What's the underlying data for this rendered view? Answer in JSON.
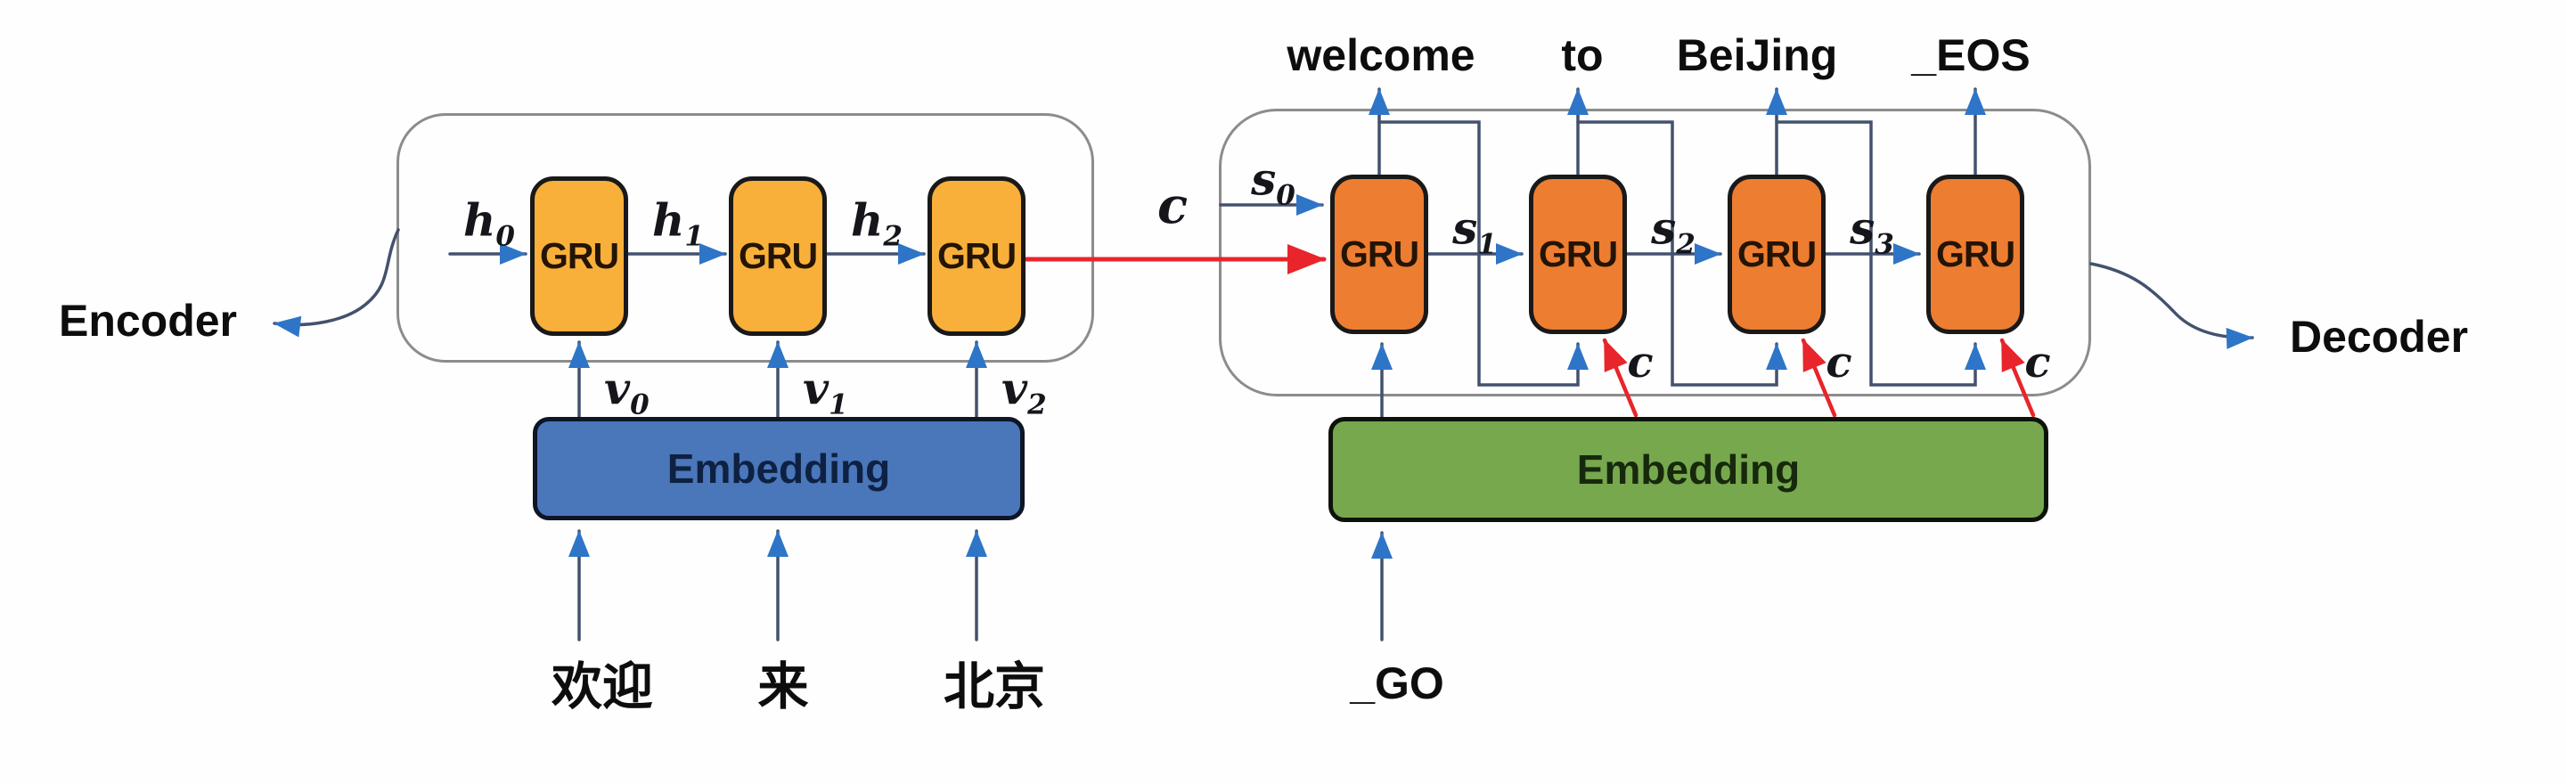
{
  "encoder": {
    "section_label": "Encoder",
    "gru_label": "GRU",
    "hidden_states": [
      {
        "base": "h",
        "sub": "0"
      },
      {
        "base": "h",
        "sub": "1"
      },
      {
        "base": "h",
        "sub": "2"
      }
    ],
    "input_vectors": [
      {
        "base": "v",
        "sub": "0"
      },
      {
        "base": "v",
        "sub": "1"
      },
      {
        "base": "v",
        "sub": "2"
      }
    ],
    "embedding_label": "Embedding",
    "input_tokens": [
      "欢迎",
      "来",
      "北京"
    ]
  },
  "context": {
    "label": "c"
  },
  "decoder": {
    "section_label": "Decoder",
    "gru_label": "GRU",
    "states": [
      {
        "base": "s",
        "sub": "0"
      },
      {
        "base": "s",
        "sub": "1"
      },
      {
        "base": "s",
        "sub": "2"
      },
      {
        "base": "s",
        "sub": "3"
      }
    ],
    "context_labels": [
      "c",
      "c",
      "c"
    ],
    "embedding_label": "Embedding",
    "input_token": "_GO",
    "output_tokens": [
      "welcome",
      "to",
      "BeiJing",
      "_EOS"
    ]
  },
  "colors": {
    "encoder_gru_fill": "#F8B03A",
    "decoder_gru_fill": "#ED7D31",
    "encoder_embedding_fill": "#4A76BA",
    "decoder_embedding_fill": "#77A84E",
    "context_red": "#E8252A",
    "line_dark": "#44516E",
    "arrowhead_blue": "#2E75C8",
    "box_border": "#191919",
    "container_border": "#8C8C8C"
  }
}
